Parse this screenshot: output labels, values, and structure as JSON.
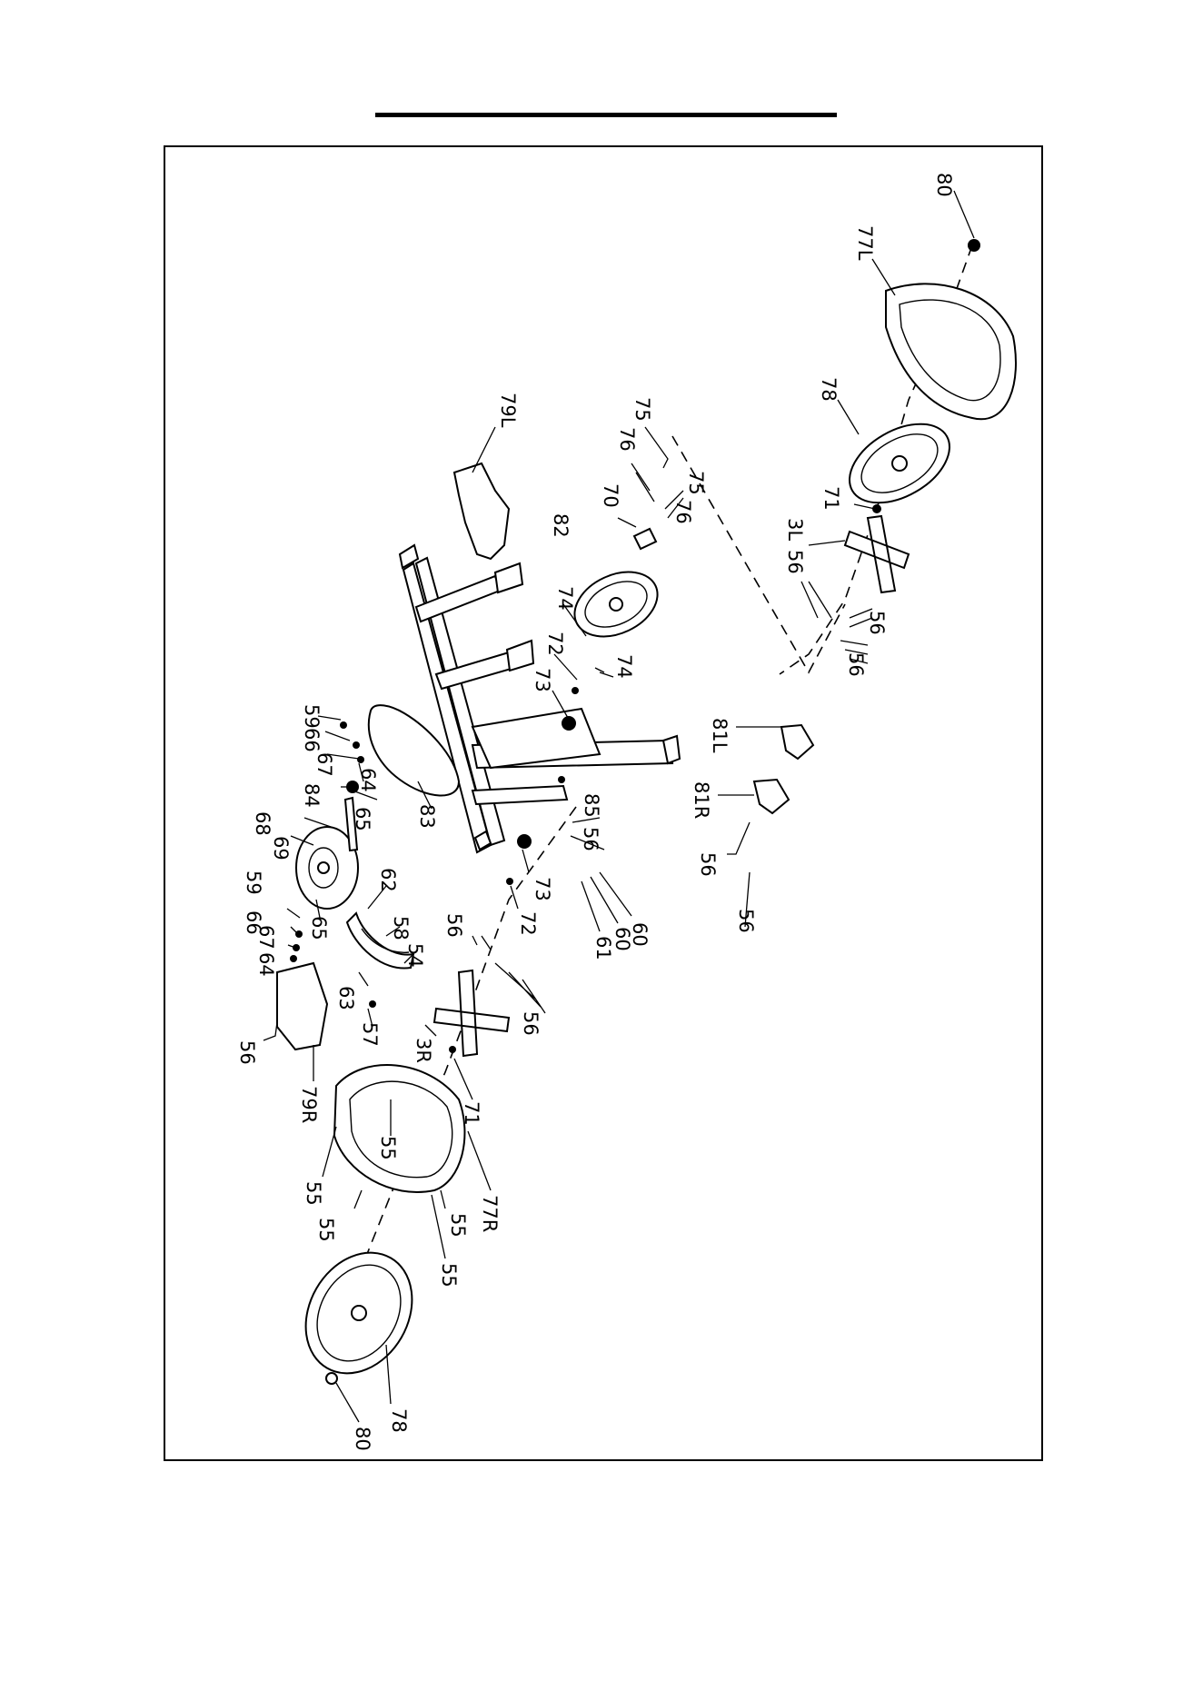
{
  "diagram": {
    "type": "exploded-parts-view",
    "labels": [
      {
        "id": "80-top",
        "text": "80"
      },
      {
        "id": "77L",
        "text": "77L"
      },
      {
        "id": "78-top",
        "text": "78"
      },
      {
        "id": "71-top",
        "text": "71"
      },
      {
        "id": "3L",
        "text": "3L"
      },
      {
        "id": "56-3l",
        "text": "56"
      },
      {
        "id": "56-a",
        "text": "56"
      },
      {
        "id": "56-b",
        "text": "56"
      },
      {
        "id": "79L",
        "text": "79L"
      },
      {
        "id": "75-a",
        "text": "75"
      },
      {
        "id": "76-a",
        "text": "76"
      },
      {
        "id": "75-b",
        "text": "75"
      },
      {
        "id": "76-b",
        "text": "76"
      },
      {
        "id": "70",
        "text": "70"
      },
      {
        "id": "82",
        "text": "82"
      },
      {
        "id": "74-a",
        "text": "74"
      },
      {
        "id": "72-top",
        "text": "72"
      },
      {
        "id": "74-b",
        "text": "74"
      },
      {
        "id": "73-top",
        "text": "73"
      },
      {
        "id": "81L",
        "text": "81L"
      },
      {
        "id": "81R",
        "text": "81R"
      },
      {
        "id": "56-81r",
        "text": "56"
      },
      {
        "id": "56-81r-b",
        "text": "56"
      },
      {
        "id": "59-a",
        "text": "59"
      },
      {
        "id": "66-a",
        "text": "66"
      },
      {
        "id": "67-a",
        "text": "67"
      },
      {
        "id": "84",
        "text": "84"
      },
      {
        "id": "64-a",
        "text": "64"
      },
      {
        "id": "65-a",
        "text": "65"
      },
      {
        "id": "83",
        "text": "83"
      },
      {
        "id": "85",
        "text": "85"
      },
      {
        "id": "56-85",
        "text": "56"
      },
      {
        "id": "68",
        "text": "68"
      },
      {
        "id": "69",
        "text": "69"
      },
      {
        "id": "59-b",
        "text": "59"
      },
      {
        "id": "66-b",
        "text": "66"
      },
      {
        "id": "67-b",
        "text": "67"
      },
      {
        "id": "64-b",
        "text": "64"
      },
      {
        "id": "65-b",
        "text": "65"
      },
      {
        "id": "62",
        "text": "62"
      },
      {
        "id": "58",
        "text": "58"
      },
      {
        "id": "54",
        "text": "54"
      },
      {
        "id": "63",
        "text": "63"
      },
      {
        "id": "57",
        "text": "57"
      },
      {
        "id": "73-mid",
        "text": "73"
      },
      {
        "id": "72-mid",
        "text": "72"
      },
      {
        "id": "60-a",
        "text": "60"
      },
      {
        "id": "60-b",
        "text": "60"
      },
      {
        "id": "61",
        "text": "61"
      },
      {
        "id": "56-mid",
        "text": "56"
      },
      {
        "id": "56-3r",
        "text": "56"
      },
      {
        "id": "3R",
        "text": "3R"
      },
      {
        "id": "71-bot",
        "text": "71"
      },
      {
        "id": "56-79r",
        "text": "56"
      },
      {
        "id": "79R",
        "text": "79R"
      },
      {
        "id": "55-a",
        "text": "55"
      },
      {
        "id": "55-b",
        "text": "55"
      },
      {
        "id": "55-c",
        "text": "55"
      },
      {
        "id": "55-d",
        "text": "55"
      },
      {
        "id": "55-e",
        "text": "55"
      },
      {
        "id": "77R",
        "text": "77R"
      },
      {
        "id": "78-bot",
        "text": "78"
      },
      {
        "id": "80-bot",
        "text": "80"
      }
    ]
  }
}
